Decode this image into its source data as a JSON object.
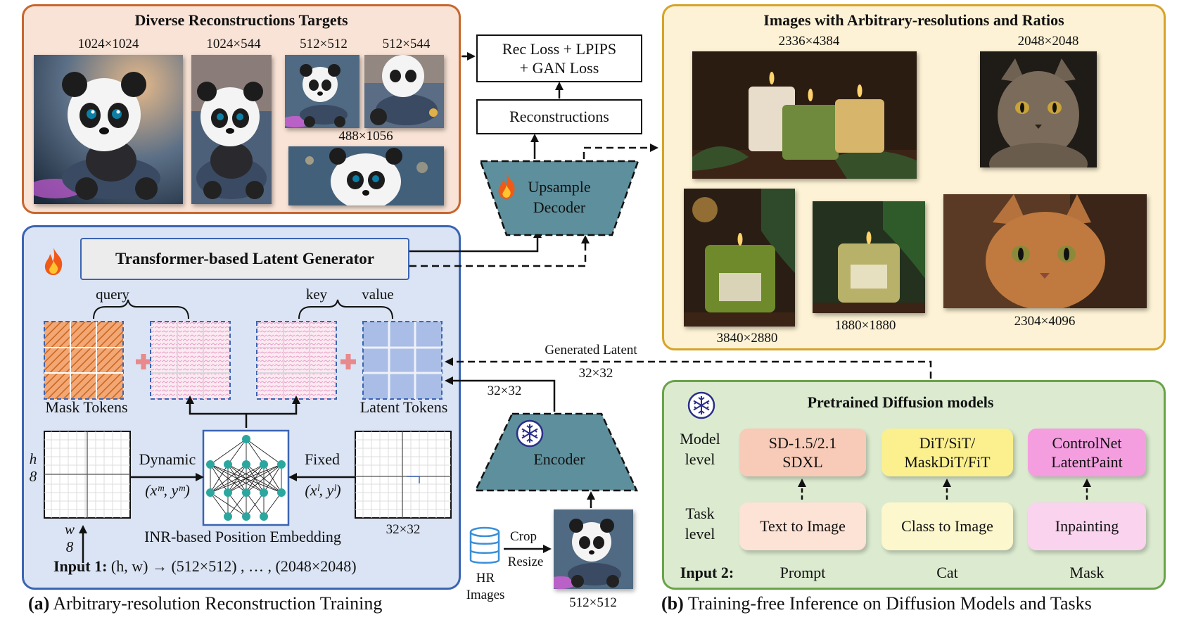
{
  "panel_a": {
    "targets_title": "Diverse Reconstructions Targets",
    "target_sizes": [
      "1024×1024",
      "1024×544",
      "512×512",
      "512×544",
      "488×1056"
    ],
    "generator_title": "Transformer-based Latent Generator",
    "query": "query",
    "key": "key",
    "value": "value",
    "mask_tokens": "Mask Tokens",
    "latent_tokens": "Latent Tokens",
    "dynamic": "Dynamic",
    "dynamic_coords": "(xᵐ, yᵐ)",
    "fixed": "Fixed",
    "fixed_coords": "(xˡ, yˡ)",
    "h_over_8": "h\n8",
    "w_over_8": "w\n8",
    "fixed_grid_size": "32×32",
    "inr_label": "INR-based Position Embedding",
    "input1_label": "Input 1:",
    "input1_text": "(h, w) → (512×512) ,  … , (2048×2048)",
    "caption_letter": "(a)",
    "caption": "Arbitrary-resolution Reconstruction Training"
  },
  "center": {
    "loss": "Rec Loss + LPIPS\n+ GAN Loss",
    "reconstructions": "Reconstructions",
    "decoder": "Upsample\nDecoder",
    "encoder": "Encoder",
    "enc_size_left": "32×32",
    "enc_size_right": "32×32",
    "generated_latent": "Generated Latent",
    "crop": "Crop",
    "resize": "Resize",
    "hr_images": "HR\nImages",
    "input_size": "512×512"
  },
  "panel_b_top": {
    "title": "Images with Arbitrary-resolutions and Ratios",
    "sizes": [
      "2336×4384",
      "2048×2048",
      "3840×2880",
      "1880×1880",
      "2304×4096"
    ]
  },
  "panel_b": {
    "title": "Pretrained Diffusion models",
    "model_level": "Model\nlevel",
    "task_level": "Task\nlevel",
    "models": [
      "SD-1.5/2.1\nSDXL",
      "DiT/SiT/\nMaskDiT/FiT",
      "ControlNet\nLatentPaint"
    ],
    "tasks": [
      "Text to Image",
      "Class to Image",
      "Inpainting"
    ],
    "input2_label": "Input 2:",
    "inputs": [
      "Prompt",
      "Cat",
      "Mask"
    ],
    "caption_letter": "(b)",
    "caption": "Training-free Inference on Diffusion Models and Tasks"
  },
  "colors": {
    "orange_border": "#c8662e",
    "orange_fill": "#f9e3d6",
    "blue_border": "#3b64b3",
    "blue_fill": "#dbe4f4",
    "yellow_border": "#d6a42a",
    "yellow_fill": "#fdf2d5",
    "green_border": "#6aa34a",
    "green_fill": "#dcebd0",
    "teal": "#5e8f9c"
  }
}
